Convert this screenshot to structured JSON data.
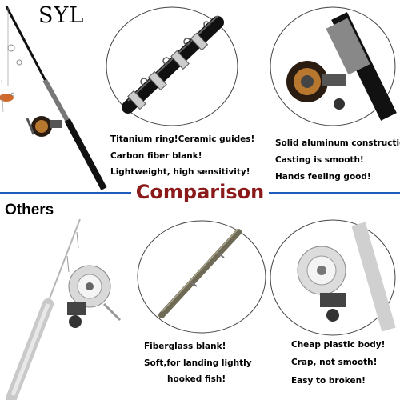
{
  "brand": "SYL",
  "comparison_title": "Comparison",
  "others_label": "Others",
  "syl_features": {
    "rod": [
      "Titanium ring!Ceramic guides!",
      "Carbon fiber blank!",
      "Lightweight, high sensitivity!"
    ],
    "reel": [
      "Solid aluminum construction!",
      "Casting is smooth!",
      "Hands feeling good!"
    ]
  },
  "other_features": {
    "rod": [
      "Fiberglass blank!",
      "Soft,for landing lightly",
      "hooked fish!"
    ],
    "reel": [
      "Cheap plastic body!",
      "Crap, not smooth!",
      "Easy to broken!"
    ]
  },
  "colors": {
    "accent": "#8b1a1a",
    "divider": "#1e5bbf"
  }
}
